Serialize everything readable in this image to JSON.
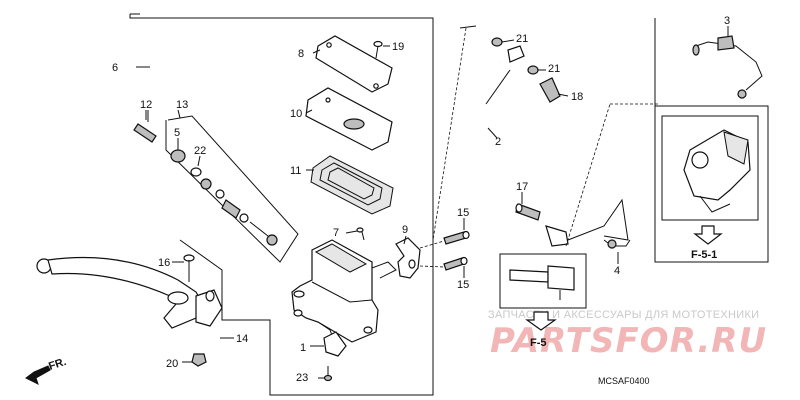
{
  "diagram": {
    "callouts": {
      "c1": "1",
      "c2": "2",
      "c3": "3",
      "c4": "4",
      "c5": "5",
      "c6": "6",
      "c7": "7",
      "c8": "8",
      "c9": "9",
      "c10": "10",
      "c11": "11",
      "c12": "12",
      "c13": "13",
      "c14": "14",
      "c15a": "15",
      "c15b": "15",
      "c16": "16",
      "c17": "17",
      "c18": "18",
      "c19": "19",
      "c20": "20",
      "c21a": "21",
      "c21b": "21",
      "c22": "22",
      "c23": "23"
    },
    "ref_f5": "F-5",
    "ref_f51": "F-5-1",
    "front_marker": "FR.",
    "diagram_code": "MCSAF0400"
  },
  "watermark": {
    "tagline": "ЗАПЧАСТИ И АКСЕССУАРЫ ДЛЯ МОТОТЕХНИКИ",
    "logo": "PARTSFOR.RU"
  }
}
